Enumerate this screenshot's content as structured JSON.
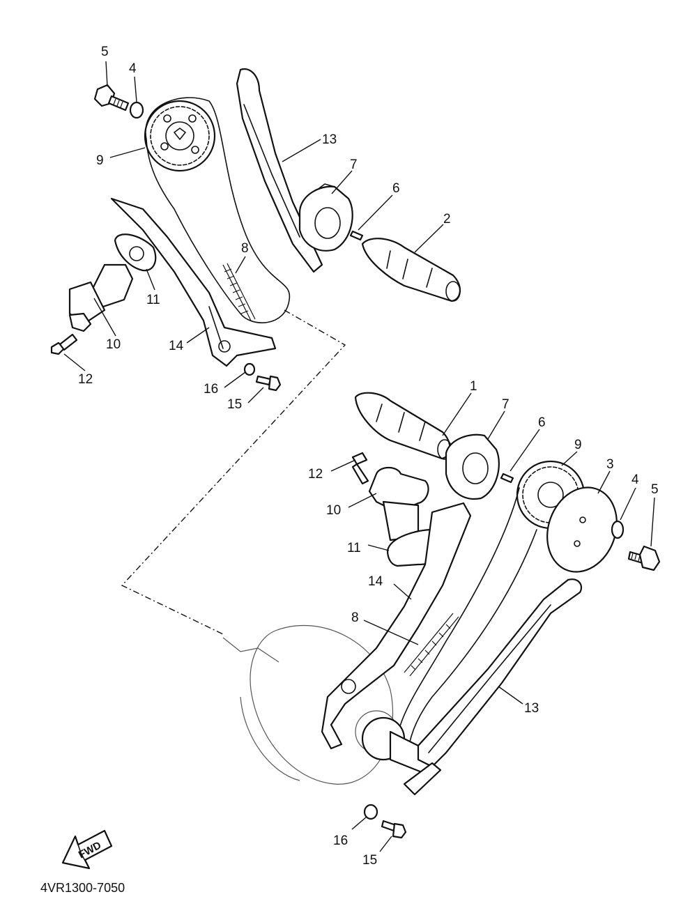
{
  "drawing_code": "4VR1300-7050",
  "fwd_arrow_label": "FWD",
  "callouts": [
    {
      "id": "top-5",
      "text": "5"
    },
    {
      "id": "top-4",
      "text": "4"
    },
    {
      "id": "top-9",
      "text": "9"
    },
    {
      "id": "top-13",
      "text": "13"
    },
    {
      "id": "top-7",
      "text": "7"
    },
    {
      "id": "top-6",
      "text": "6"
    },
    {
      "id": "top-2",
      "text": "2"
    },
    {
      "id": "top-8",
      "text": "8"
    },
    {
      "id": "top-11",
      "text": "11"
    },
    {
      "id": "top-10",
      "text": "10"
    },
    {
      "id": "top-14",
      "text": "14"
    },
    {
      "id": "top-12",
      "text": "12"
    },
    {
      "id": "top-16",
      "text": "16"
    },
    {
      "id": "top-15",
      "text": "15"
    },
    {
      "id": "bot-1",
      "text": "1"
    },
    {
      "id": "bot-7",
      "text": "7"
    },
    {
      "id": "bot-6",
      "text": "6"
    },
    {
      "id": "bot-9",
      "text": "9"
    },
    {
      "id": "bot-3",
      "text": "3"
    },
    {
      "id": "bot-4",
      "text": "4"
    },
    {
      "id": "bot-5",
      "text": "5"
    },
    {
      "id": "bot-12",
      "text": "12"
    },
    {
      "id": "bot-10",
      "text": "10"
    },
    {
      "id": "bot-11",
      "text": "11"
    },
    {
      "id": "bot-14",
      "text": "14"
    },
    {
      "id": "bot-8",
      "text": "8"
    },
    {
      "id": "bot-13",
      "text": "13"
    },
    {
      "id": "bot-16",
      "text": "16"
    },
    {
      "id": "bot-15",
      "text": "15"
    }
  ]
}
